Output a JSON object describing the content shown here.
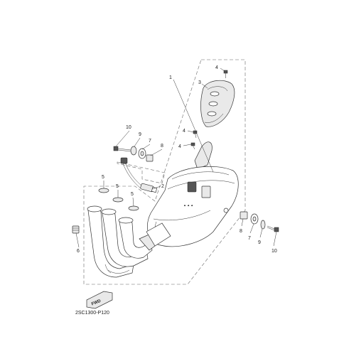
{
  "callouts": [
    {
      "id": "c1",
      "text": "1"
    },
    {
      "id": "c2",
      "text": "2"
    },
    {
      "id": "c3",
      "text": "3"
    },
    {
      "id": "c4a",
      "text": "4"
    },
    {
      "id": "c4b",
      "text": "4"
    },
    {
      "id": "c4c",
      "text": "4"
    },
    {
      "id": "c5a",
      "text": "5"
    },
    {
      "id": "c5b",
      "text": "5"
    },
    {
      "id": "c5c",
      "text": "5"
    },
    {
      "id": "c6",
      "text": "6"
    },
    {
      "id": "c7a",
      "text": "7"
    },
    {
      "id": "c7b",
      "text": "7"
    },
    {
      "id": "c8a",
      "text": "8"
    },
    {
      "id": "c8b",
      "text": "8"
    },
    {
      "id": "c9a",
      "text": "9"
    },
    {
      "id": "c9b",
      "text": "9"
    },
    {
      "id": "c10a",
      "text": "10"
    },
    {
      "id": "c10b",
      "text": "10"
    }
  ],
  "fwd_label": "FWD",
  "diagram_code": "2SC1300-P120"
}
